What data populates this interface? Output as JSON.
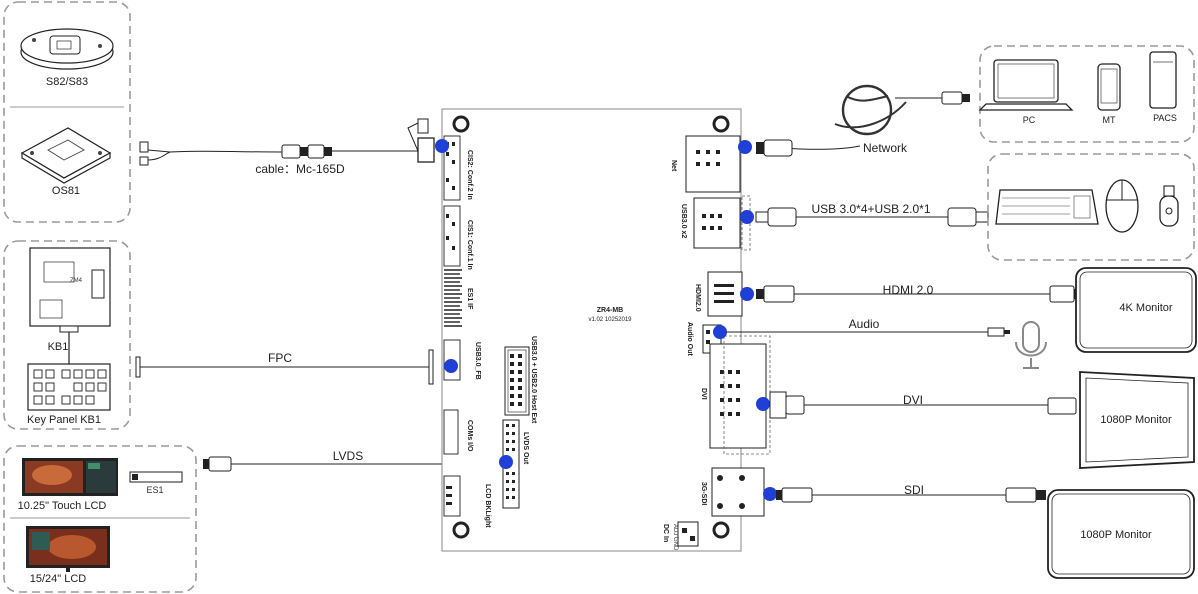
{
  "left_devices": {
    "sensor_top": "S82/S83",
    "sensor_bottom": "OS81",
    "cable": "cable：Mc-165D",
    "kb1": "KB1",
    "zm4": "ZM4",
    "key_panel": "Key Panel KB1",
    "fpc": "FPC",
    "lvds": "LVDS",
    "es1": "ES1",
    "touch_lcd": "10.25\" Touch LCD",
    "lcd": "15/24\" LCD"
  },
  "board": {
    "name": "ZR4-MB",
    "version": "v1.02 10252019",
    "cis2": "CIS2: Conf.2 In",
    "cis1": "CIS1: Conf.1 In",
    "es1_if": "ES1 IF",
    "usb_fb": "USB3.0_FB",
    "usb_hostext": "USB3.0 + USB2.0 Host Ext",
    "com_io": "COMs I/O",
    "lvds_out": "LVDS Out",
    "lcd_bklight": "LCD BKLight",
    "net": "Net",
    "usb_x2": "USB3.0 x2",
    "hdmi": "HDMI2.0",
    "audio": "Audio Out",
    "dvi": "DVI",
    "sdi": "3G-SDI",
    "dc_in": "DC In",
    "dc_pins": "ADJ GND"
  },
  "right_devices": {
    "network": "Network",
    "pc": "PC",
    "mt": "MT",
    "pacs": "PACS",
    "usb": "USB 3.0*4+USB 2.0*1",
    "hdmi": "HDMI 2.0",
    "monitor_4k": "4K Monitor",
    "audio": "Audio",
    "dvi": "DVI",
    "monitor_dvi": "1080P Monitor",
    "sdi": "SDI",
    "monitor_sdi": "1080P Monitor"
  }
}
